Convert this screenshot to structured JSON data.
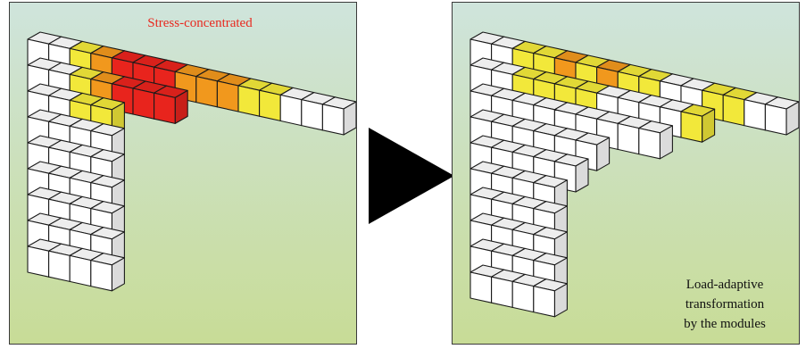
{
  "left_panel": {
    "annotation": "Stress-concentrated"
  },
  "right_panel": {
    "caption_lines": [
      "Load-adaptive",
      "transformation",
      "by the modules"
    ]
  },
  "colors": {
    "background_top": "#cfe4dc",
    "background_bottom": "#c8dc96",
    "module_white": "#ffffff",
    "module_yellow": "#f2e83a",
    "module_orange": "#f1981d",
    "module_red": "#e8241d",
    "module_outline": "#1a1a1a",
    "annotation_red": "#e8291f",
    "arrow": "#000000"
  }
}
